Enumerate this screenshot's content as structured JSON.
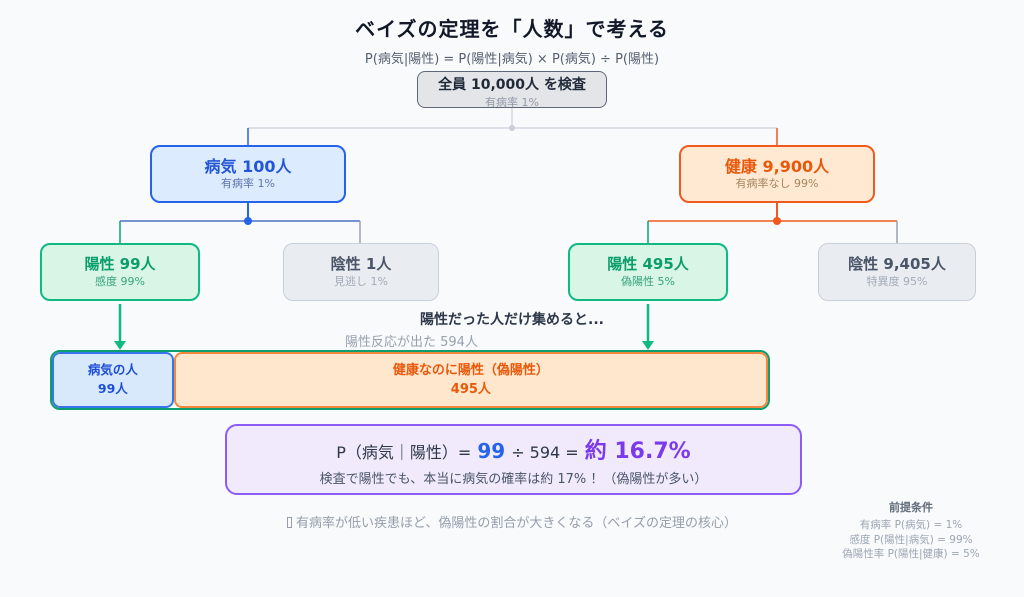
{
  "title": "ベイズの定理を「人数」で考える",
  "formula": "P(病気|陽性) =  P(陽性|病気) × P(病気)  ÷  P(陽性)",
  "root": {
    "label": "全員 10,000人 を検査",
    "sub": "有病率 1%"
  },
  "level1": {
    "disease": {
      "label": "病気  100人",
      "sub": "有病率 1%"
    },
    "healthy": {
      "label": "健康  9,900人",
      "sub": "有病率なし 99%"
    }
  },
  "level2": {
    "disease_positive": {
      "label": "陽性  99人",
      "sub": "感度 99%"
    },
    "disease_negative": {
      "label": "陰性  1人",
      "sub": "見逃し 1%"
    },
    "healthy_positive": {
      "label": "陽性  495人",
      "sub": "偽陽性 5%"
    },
    "healthy_negative": {
      "label": "陰性  9,405人",
      "sub": "特異度 95%"
    }
  },
  "collect": {
    "heading": "陽性だった人だけ集めると...",
    "caption": "陽性反応が出た 594人"
  },
  "bar": {
    "disease": {
      "line1": "病気の人",
      "line2": "99人"
    },
    "false_positive": {
      "line1": "健康なのに陽性（偽陽性）",
      "line2": "495人"
    }
  },
  "result": {
    "eq_prefix": "P（病気｜陽性）=",
    "eq_numerator": "99",
    "eq_middle": "÷ 594 =",
    "eq_value": "約 16.7%",
    "note": "検査で陽性でも、本当に病気の確率は約 17% ！（偽陽性が多い）"
  },
  "footnote": "有病率が低い疾患ほど、偽陽性の割合が大きくなる（ベイズの定理の核心）",
  "premises": {
    "title": "前提条件",
    "items": [
      "有病率 P(病気) = 1%",
      "感度 P(陽性|病気) = 99%",
      "偽陽性率 P(陽性|健康) = 5%"
    ]
  },
  "colors": {
    "blue": "#2563eb",
    "orange": "#f05a1e",
    "green": "#10b981",
    "purple": "#8b5cf6",
    "gray": "#64748b",
    "background": "#f8fafc"
  }
}
